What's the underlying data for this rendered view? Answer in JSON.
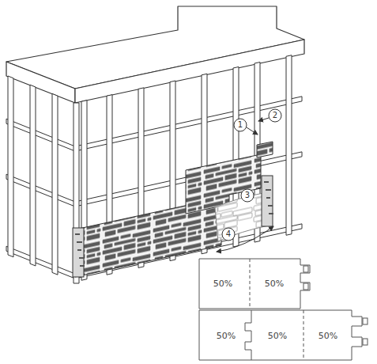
{
  "diagram": {
    "labels": [
      "1",
      "2",
      "3",
      "4",
      "50%",
      "50%",
      "50%",
      "50%",
      "50%"
    ]
  }
}
